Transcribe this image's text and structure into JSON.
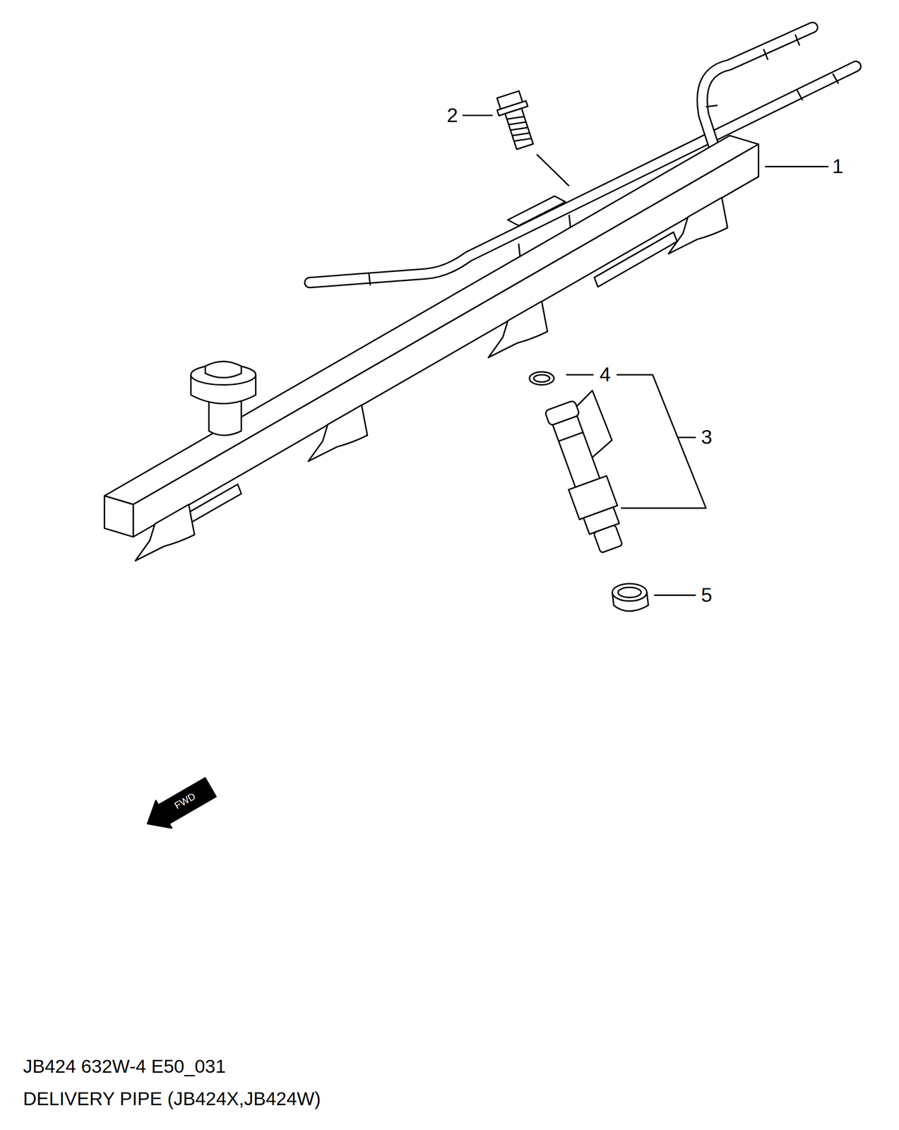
{
  "diagram": {
    "caption": "DELIVERY PIPE (JB424X,JB424W)",
    "labels": [
      "2",
      "1",
      "4",
      "3",
      "5",
      "FWD",
      "JB424 632W-4 E50_031"
    ]
  }
}
